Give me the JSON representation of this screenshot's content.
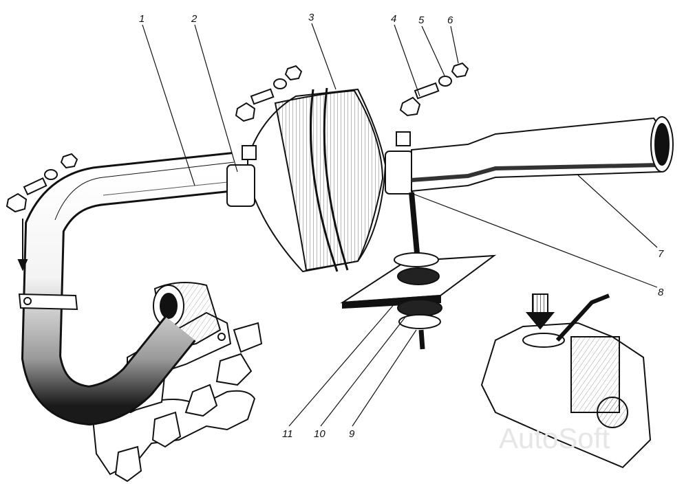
{
  "diagram": {
    "callouts": [
      "1",
      "2",
      "3",
      "4",
      "5",
      "6",
      "7",
      "8",
      "9",
      "10",
      "11"
    ],
    "watermark": "AutoSoft"
  },
  "colors": {
    "ink": "#111111",
    "paper": "#ffffff",
    "watermark": "#e6e6e6"
  }
}
